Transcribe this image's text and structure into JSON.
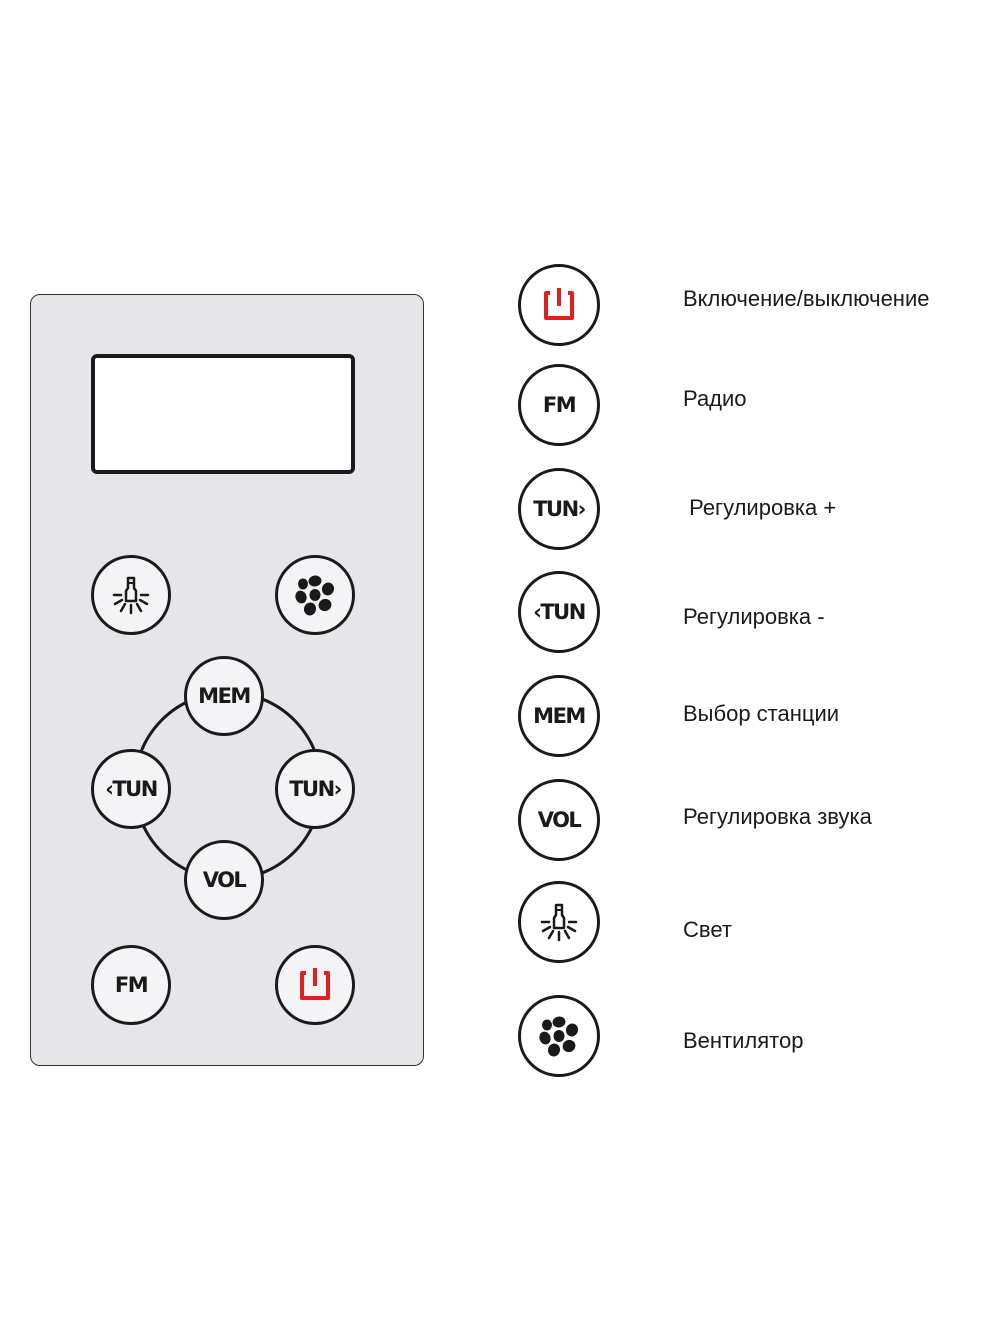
{
  "panel": {
    "buttons": {
      "light": {
        "icon": "light-icon"
      },
      "fan": {
        "icon": "fan-icon"
      },
      "mem": {
        "label": "MEM"
      },
      "tun_left": {
        "label": "‹TUN"
      },
      "tun_right": {
        "label": "TUN›"
      },
      "vol": {
        "label": "VOL"
      },
      "fm": {
        "label": "FM"
      },
      "power": {
        "icon": "power-icon",
        "color": "#e02020"
      }
    }
  },
  "legend": [
    {
      "icon": "power-icon",
      "text": "Включение/выключение"
    },
    {
      "icon": "fm-label",
      "label": "FM",
      "text": "Радио"
    },
    {
      "icon": "tun-right-label",
      "label": "TUN›",
      "text": " Регулировка +"
    },
    {
      "icon": "tun-left-label",
      "label": "‹TUN",
      "text": "Регулировка -"
    },
    {
      "icon": "mem-label",
      "label": "MEM",
      "text": "Выбор станции"
    },
    {
      "icon": "vol-label",
      "label": "VOL",
      "text": "Регулировка звука"
    },
    {
      "icon": "light-icon",
      "text": "Свет"
    },
    {
      "icon": "fan-icon",
      "text": "Вентилятор"
    }
  ]
}
